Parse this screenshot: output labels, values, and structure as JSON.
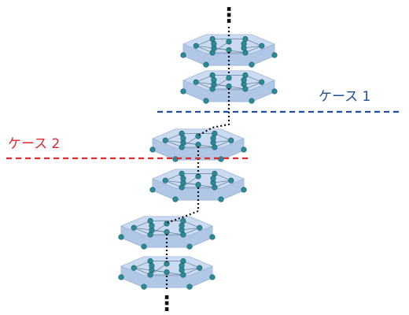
{
  "labels": {
    "case1": "ケース 1",
    "case2": "ケース 2"
  },
  "colors": {
    "case1": "#1f4e9c",
    "case2": "#e0282e",
    "layer_top": "#c6d9f0",
    "layer_side": "#a9c1e4",
    "atom": "#2a8a96",
    "bond": "#3b5a7a",
    "linker": "#111111"
  },
  "structure": {
    "layer_count": 6,
    "ellipsis_top": "⋮",
    "ellipsis_bottom": "⋮"
  }
}
